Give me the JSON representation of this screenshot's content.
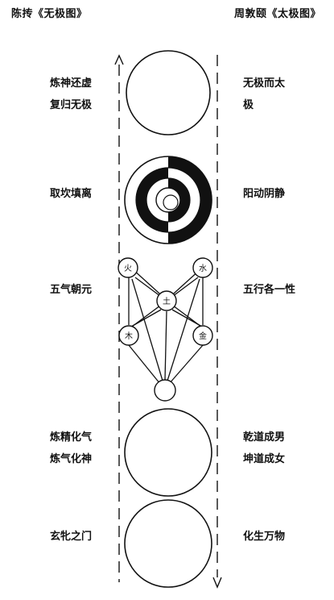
{
  "header": {
    "left_title": "陈抟《无极图》",
    "right_title": "周敦颐《太极图》"
  },
  "stages": [
    {
      "left": [
        "炼神还虚",
        "复归无极"
      ],
      "right": [
        "无极而太",
        "极"
      ],
      "figure": "empty-circle"
    },
    {
      "left": [
        "取坎填离"
      ],
      "right": [
        "阳动阴静"
      ],
      "figure": "yin-yang-rings"
    },
    {
      "left": [
        "五气朝元"
      ],
      "right": [
        "五行各一性"
      ],
      "figure": "five-elements-network",
      "elements": {
        "fire": "火",
        "water": "水",
        "earth": "土",
        "wood": "木",
        "metal": "金"
      }
    },
    {
      "left": [
        "炼精化气",
        "炼气化神"
      ],
      "right": [
        "乾道成男",
        "坤道成女"
      ],
      "figure": "empty-circle"
    },
    {
      "left": [
        "玄牝之门"
      ],
      "right": [
        "化生万物"
      ],
      "figure": "empty-circle"
    }
  ],
  "flow": {
    "left_arrow": "up-arrow-icon",
    "right_arrow": "down-arrow-icon"
  }
}
